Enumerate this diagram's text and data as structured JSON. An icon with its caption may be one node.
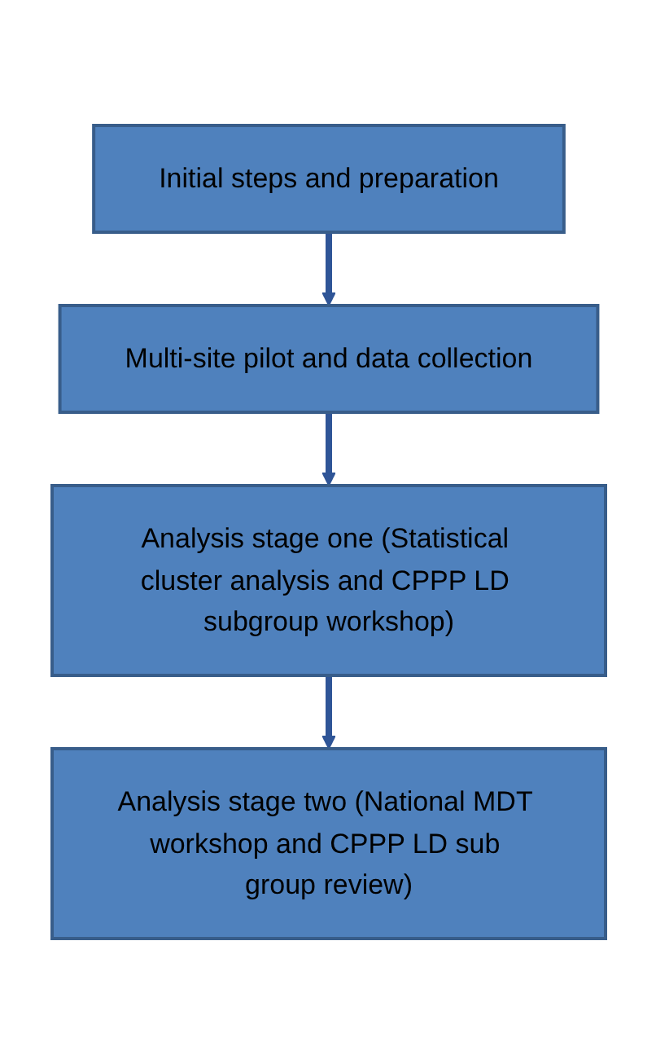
{
  "diagram": {
    "nodes": [
      {
        "text": [
          "Initial steps and preparation"
        ]
      },
      {
        "text": [
          "Multi-site pilot and data collection"
        ]
      },
      {
        "text": [
          "Analysis stage one (Statistical cluster analysis and CPPP LD subgroup workshop)"
        ]
      },
      {
        "text": [
          "Analysis stage two (National MDT workshop and CPPP LD sub group review)"
        ]
      }
    ],
    "edges": [
      {
        "from": 0,
        "to": 1,
        "arrow": "to"
      },
      {
        "from": 1,
        "to": 2,
        "arrow": "to"
      },
      {
        "from": 2,
        "to": 3,
        "arrow": "to"
      }
    ]
  }
}
